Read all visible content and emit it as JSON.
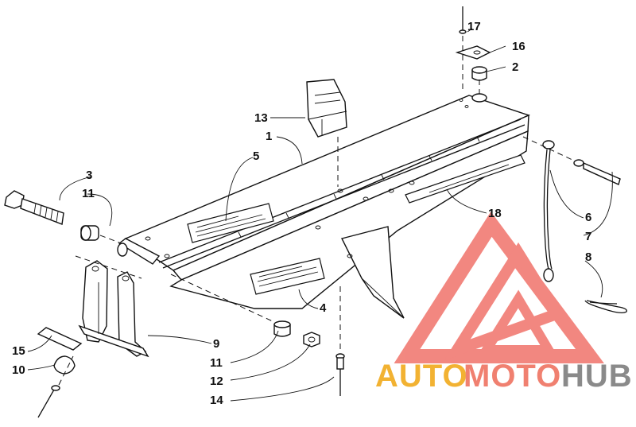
{
  "callouts": {
    "c1": "1",
    "c2": "2",
    "c3": "3",
    "c4": "4",
    "c5": "5",
    "c6": "6",
    "c7": "7",
    "c8": "8",
    "c9": "9",
    "c10": "10",
    "c11a": "11",
    "c11b": "11",
    "c12": "12",
    "c13": "13",
    "c14": "14",
    "c15": "15",
    "c16": "16",
    "c17": "17",
    "c18": "18"
  },
  "watermark": {
    "part1": "AUTO",
    "part2": "MOTO",
    "part3": "HUB",
    "color1": "#f2b232",
    "color2": "#f08070",
    "color3": "#8a8a8a",
    "logo_color": "#f0736a"
  }
}
